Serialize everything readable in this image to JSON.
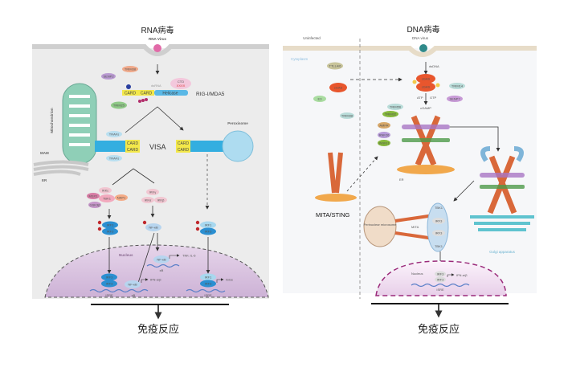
{
  "rna_panel": {
    "title": "RNA病毒",
    "virus_label": "RNA Virus",
    "labels": {
      "trim38": "TRIM38",
      "senp2": "SENP2",
      "s": "S",
      "dsrna": "dsRNA",
      "ctd": "CTD",
      "xxxx": "XXXX",
      "card": "CARD",
      "helicase": "Helicase",
      "rig": "RIG-I/MDA5",
      "trim25": "TRIM25",
      "mitochondrion": "Mitochondrion",
      "mam": "MAM",
      "er": "ER",
      "peroxisome": "Peroxisome",
      "trafs": "TRAFs",
      "visa": "VISA",
      "ikke": "IKKε",
      "msx1": "MSX1",
      "tbk1": "TBK1",
      "nap1": "NAP1",
      "gsk3b": "GSK3β",
      "ikkg": "IKKγ",
      "ikka": "IKKα",
      "ikkb": "IKKβ",
      "irf3": "IRF3",
      "irf1": "IRF1",
      "nfkb": "NF-κB",
      "nucleus": "Nucleus",
      "tnf": "TNF, IL-6",
      "kb": "κB",
      "ifn": "IFN-α/β",
      "isre": "ISRE",
      "isgs": "ISGs"
    },
    "outcome": "免疫反应"
  },
  "dna_panel": {
    "title": "DNA病毒",
    "uninfected_label": "Uninfected",
    "virus_label": "DNA virus",
    "labels": {
      "cytoplasm": "Cytoplasm",
      "dsdna": "dsDNA",
      "cgas": "cGAS",
      "trim14": "TRIM14",
      "senp7": "SENP7",
      "ttll4": "TTLL4/6",
      "e3": "E3",
      "trim38": "TRIM38",
      "atp": "ATP",
      "gtp": "GTP",
      "cgamp": "cGAMP",
      "trim56": "TRIM56",
      "trim32": "TRIM32",
      "amfr": "AMFR",
      "rnf26": "RNF26",
      "insig1": "INSIG1",
      "er": "ER",
      "mita_sting": "MITA/STING",
      "perinuclear": "Perinuclear microsome",
      "tbk1": "TBK1",
      "irf3": "IRF3",
      "mita": "MITA",
      "golgi": "Golgi apparatus",
      "nucleus": "Nucleus",
      "ifn": "IFN-α/β",
      "isre": "ISRE"
    },
    "outcome": "免疫反应"
  },
  "colors": {
    "cell_bg": "#ececec",
    "nucleus": "#dcc6e2",
    "card": "#f3e84a",
    "visa": "#33aee0",
    "irf3": "#2b8fd1",
    "sting": "#d9683a",
    "mitochondrion": "#8fcfb7"
  }
}
